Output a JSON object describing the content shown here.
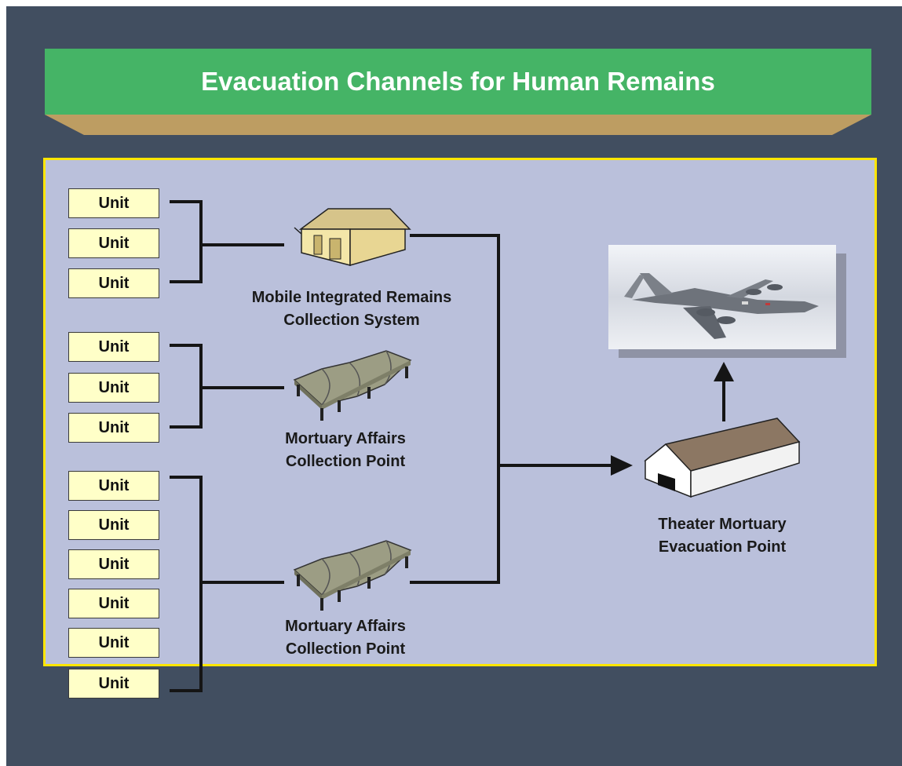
{
  "title": "Evacuation Channels for Human Remains",
  "units": [
    "Unit",
    "Unit",
    "Unit",
    "Unit",
    "Unit",
    "Unit",
    "Unit",
    "Unit",
    "Unit",
    "Unit",
    "Unit",
    "Unit"
  ],
  "nodes": {
    "mircs": {
      "line1": "Mobile Integrated Remains",
      "line2": "Collection System"
    },
    "macp1": {
      "line1": "Mortuary Affairs",
      "line2": "Collection Point"
    },
    "macp2": {
      "line1": "Mortuary Affairs",
      "line2": "Collection Point"
    },
    "tmep": {
      "line1": "Theater Mortuary",
      "line2": "Evacuation Point"
    }
  },
  "colors": {
    "background": "#414e60",
    "banner": "#45b466",
    "bevel": "#bd9d62",
    "panel": "#bac0db",
    "panel_border": "#ffe600",
    "unit_fill": "#ffffc8"
  },
  "icons": {
    "mircs": "building-icon",
    "macp": "canopy-tent-icon",
    "tmep": "warehouse-icon",
    "aircraft": "cargo-aircraft-photo"
  }
}
